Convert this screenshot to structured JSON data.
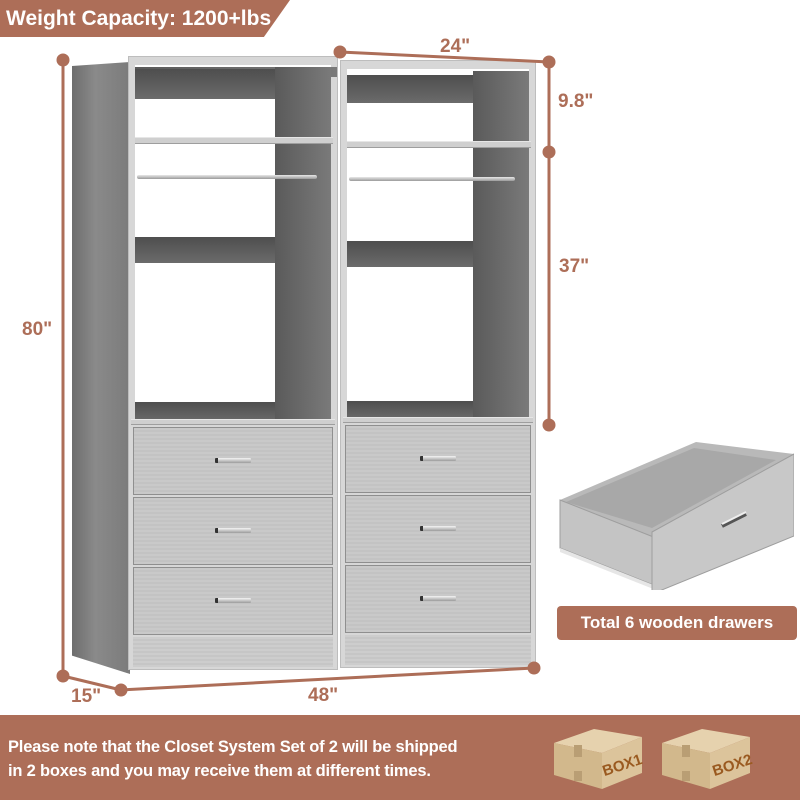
{
  "banner": {
    "text": "Weight Capacity: 1200+lbs",
    "color": "#ad6e58"
  },
  "dimensions": {
    "unit_width": "24\"",
    "top_cubby_height": "9.8\"",
    "hanging_height": "37\"",
    "total_height": "80\"",
    "depth": "15\"",
    "total_width": "48\""
  },
  "product": {
    "units": 2,
    "drawers_per_unit": 3,
    "hanging_rods_per_unit": 1,
    "finish_color": "#c6c6c6"
  },
  "callout": {
    "text": "Total 6 wooden drawers"
  },
  "footer": {
    "line1": "Please note that the Closet System Set of 2 will be shipped",
    "line2": "in 2 boxes and you may receive them at different times.",
    "boxes": [
      {
        "label": "BOX1"
      },
      {
        "label": "BOX2"
      }
    ]
  },
  "colors": {
    "accent": "#ad6e58",
    "box": "#d8bf97",
    "box_text": "#9a5a20"
  }
}
